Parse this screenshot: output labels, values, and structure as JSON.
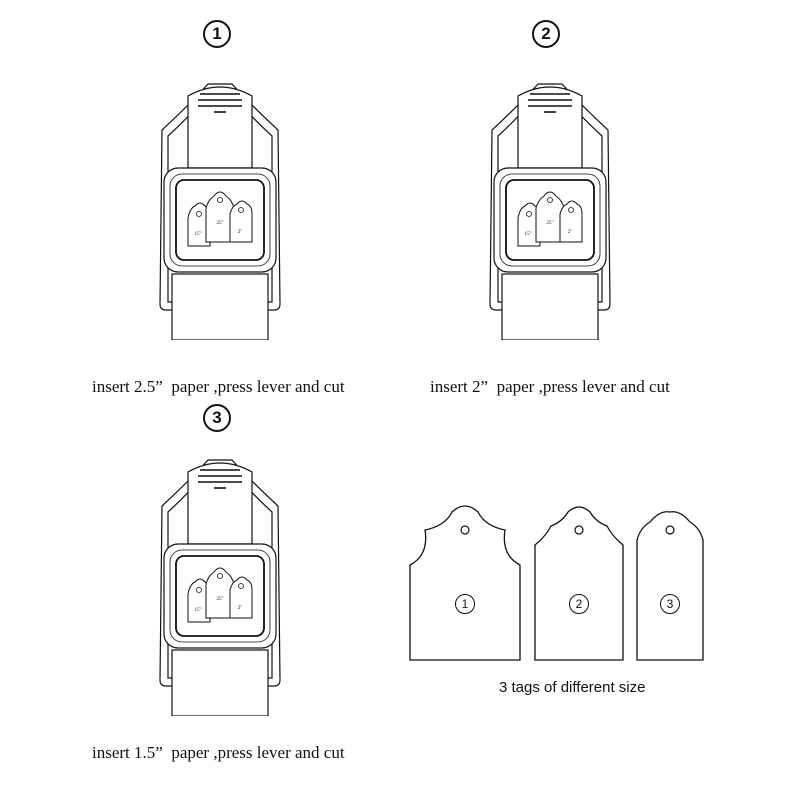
{
  "steps": [
    {
      "number": "1",
      "caption": "insert 2.5”  paper ,press lever and cut"
    },
    {
      "number": "2",
      "caption": "insert 2”  paper ,press lever and cut"
    },
    {
      "number": "3",
      "caption": "insert 1.5”  paper ,press lever and cut"
    }
  ],
  "punch_tag_labels": [
    "15\"",
    "25\"",
    "2\""
  ],
  "tags": {
    "caption": "3 tags of different size",
    "items": [
      {
        "number": "1"
      },
      {
        "number": "2"
      },
      {
        "number": "3"
      }
    ]
  }
}
